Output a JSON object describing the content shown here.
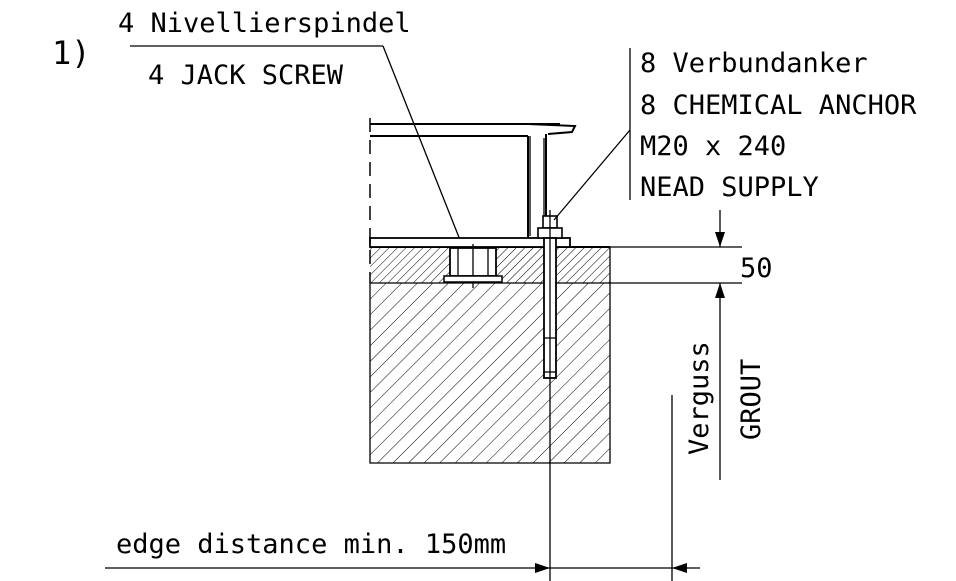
{
  "figure_number": "1)",
  "jack_screw": {
    "label_de": "4 Nivellierspindel",
    "label_en": "4 JACK SCREW"
  },
  "anchor": {
    "line1": "8 Verbundanker",
    "line2": "8 CHEMICAL ANCHOR",
    "line3": "M20 x 240",
    "line4": "NEAD SUPPLY"
  },
  "grout_thickness": "50",
  "grout": {
    "label_de": "Verguss",
    "label_en": "GROUT"
  },
  "edge_distance": "edge distance min. 150mm"
}
